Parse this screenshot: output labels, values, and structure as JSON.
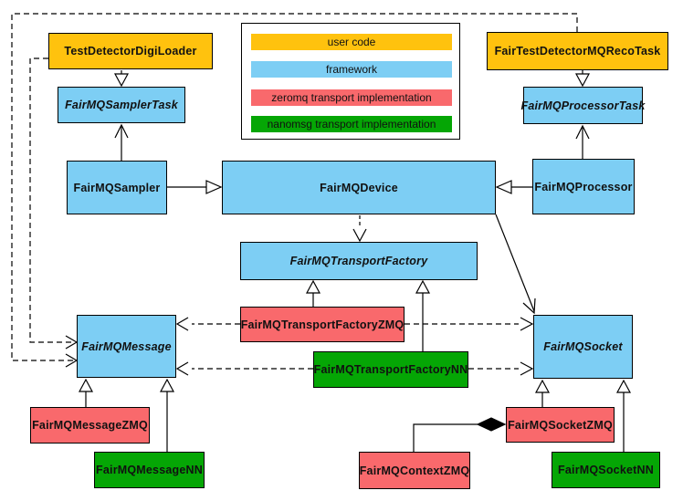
{
  "legend": {
    "items": [
      {
        "label": "user code",
        "color": "#FFC20E"
      },
      {
        "label": "framework",
        "color": "#7DCEF4"
      },
      {
        "label": "zeromq transport implementation",
        "color": "#F9696C"
      },
      {
        "label": "nanomsg transport implementation",
        "color": "#05A605"
      }
    ]
  },
  "nodes": {
    "testDetectorDigiLoader": {
      "label": "TestDetectorDigiLoader",
      "color": "#FFC20E"
    },
    "fairTestDetectorMQRecoTask": {
      "label": "FairTestDetectorMQRecoTask",
      "color": "#FFC20E"
    },
    "fairMQSamplerTask": {
      "label": "FairMQSamplerTask",
      "color": "#7DCEF4"
    },
    "fairMQProcessorTask": {
      "label": "FairMQProcessorTask",
      "color": "#7DCEF4"
    },
    "fairMQSampler": {
      "label": "FairMQSampler",
      "color": "#7DCEF4"
    },
    "fairMQDevice": {
      "label": "FairMQDevice",
      "color": "#7DCEF4"
    },
    "fairMQProcessor": {
      "label": "FairMQProcessor",
      "color": "#7DCEF4"
    },
    "fairMQTransportFactory": {
      "label": "FairMQTransportFactory",
      "color": "#7DCEF4"
    },
    "fairMQTransportFactoryZMQ": {
      "label": "FairMQTransportFactoryZMQ",
      "color": "#F9696C"
    },
    "fairMQTransportFactoryNN": {
      "label": "FairMQTransportFactoryNN",
      "color": "#05A605"
    },
    "fairMQMessage": {
      "label": "FairMQMessage",
      "color": "#7DCEF4"
    },
    "fairMQSocket": {
      "label": "FairMQSocket",
      "color": "#7DCEF4"
    },
    "fairMQMessageZMQ": {
      "label": "FairMQMessageZMQ",
      "color": "#F9696C"
    },
    "fairMQMessageNN": {
      "label": "FairMQMessageNN",
      "color": "#05A605"
    },
    "fairMQSocketZMQ": {
      "label": "FairMQSocketZMQ",
      "color": "#F9696C"
    },
    "fairMQSocketNN": {
      "label": "FairMQSocketNN",
      "color": "#05A605"
    },
    "fairMQContextZMQ": {
      "label": "FairMQContextZMQ",
      "color": "#F9696C"
    }
  }
}
